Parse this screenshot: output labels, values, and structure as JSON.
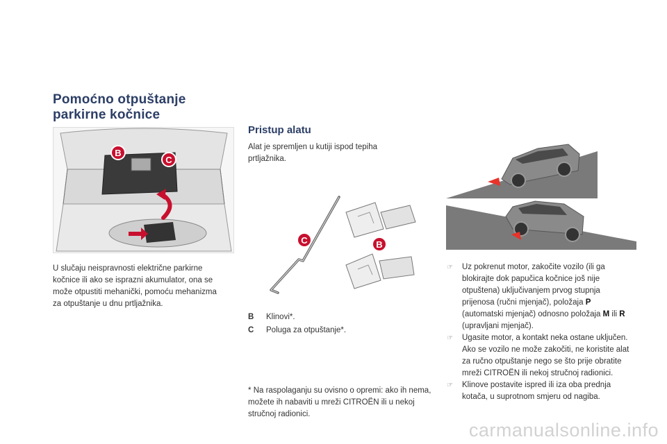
{
  "section_title": [
    "Pomoćno otpuštanje",
    "parkirne kočnice"
  ],
  "intro_left": "U slučaju neispravnosti električne parkirne kočnice ili ako se isprazni akumulator, ona se može otpustiti mehanički, pomoću mehanizma za otpuštanje u dnu prtljažnika.",
  "access": {
    "heading": "Pristup alatu",
    "text": "Alat je spremljen u kutiji ispod tepiha prtljažnika."
  },
  "callouts": {
    "b": "B",
    "c": "C"
  },
  "legend": [
    {
      "key": "B",
      "text": "Klinovi*."
    },
    {
      "key": "C",
      "text": "Poluga za otpuštanje*."
    }
  ],
  "footnote": {
    "mark": "*",
    "text": "Na raspolaganju su ovisno o opremi: ako ih nema, možete ih nabaviti u mreži CITROËN ili u nekoj stručnoj radionici."
  },
  "bullets": [
    {
      "pre": "Uz pokrenut motor, zakočite vozilo (ili ga blokirajte dok papučica kočnice još nije otpuštena) uključivanjem prvog stupnja prijenosa (ručni mjenjač), položaja ",
      "k1": "P",
      "mid": " (automatski mjenjač) odnosno položaja ",
      "k2": "M",
      "mid2": " ili ",
      "k3": "R",
      "post": " (upravljani mjenjač)."
    },
    {
      "text": "Ugasite motor, a kontakt neka ostane uključen. Ako se vozilo ne može zakočiti, ne koristite alat za ručno otpuštanje nego se što prije obratite mreži CITROËN ili nekoj stručnoj radionici."
    },
    {
      "text": "Klinove postavite ispred ili iza oba prednja kotača, u suprotnom smjeru od nagiba."
    }
  ],
  "bullet_icon": "arrow-pointer-icon",
  "watermark": "carmanualsonline.info",
  "colors": {
    "title": "#2c3e66",
    "callout": "#c8102e",
    "chock": "#e8332a"
  }
}
